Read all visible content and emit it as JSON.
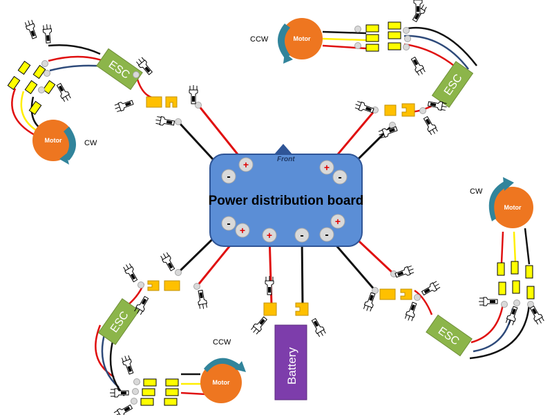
{
  "board": {
    "title": "Power distribution board",
    "front_label": "Front"
  },
  "terminals": {
    "plus_symbol": "+",
    "minus_symbol": "-"
  },
  "battery": {
    "label": "Battery"
  },
  "esc": {
    "label": "ESC"
  },
  "motors": [
    {
      "id": "top-left",
      "label": "Motor",
      "direction": "CW"
    },
    {
      "id": "top-right",
      "label": "Motor",
      "direction": "CCW"
    },
    {
      "id": "bottom-right",
      "label": "Motor",
      "direction": "CW"
    },
    {
      "id": "bottom-left",
      "label": "Motor",
      "direction": "CCW"
    }
  ],
  "colors": {
    "board_fill": "#5b8ed6",
    "board_stroke": "#2f5597",
    "esc_fill": "#8cb54a",
    "motor_fill": "#ee7620",
    "battery_fill": "#7d3dab",
    "connector_fill": "#ffc000",
    "bullet_fill": "#ffff00",
    "wire_red": "#e01010",
    "wire_black": "#111111",
    "wire_blue": "#2e4a7a",
    "wire_yellow": "#ffee00",
    "arrow_fill": "#31849b",
    "terminal_fill": "#d9d9d9"
  }
}
